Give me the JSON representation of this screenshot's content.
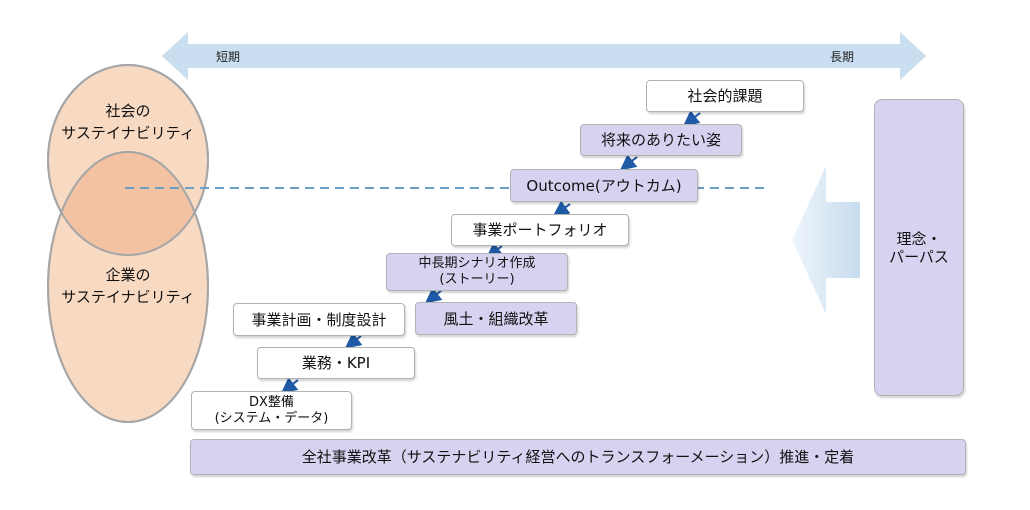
{
  "timeline": {
    "start_label": "短期",
    "end_label": "長期"
  },
  "circles": {
    "society": {
      "line1": "社会の",
      "line2": "サステイナビリティ"
    },
    "company": {
      "line1": "企業の",
      "line2": "サステイナビリティ"
    }
  },
  "steps": {
    "social_issue": "社会的課題",
    "ideal_future": "将来のありたい姿",
    "outcome": "Outcome(アウトカム)",
    "portfolio": "事業ポートフォリオ",
    "scenario_line1": "中長期シナリオ作成",
    "scenario_line2": "(ストーリー)",
    "culture": "風土・組織改革",
    "planning": "事業計画・制度設計",
    "kpi": "業務・KPI",
    "dx_line1": "DX整備",
    "dx_line2": "(システム・データ)"
  },
  "purpose": {
    "line1": "理念・",
    "line2": "パーパス"
  },
  "bottom_bar": "全社事業改革（サステナビリティ経営へのトランスフォーメーション）推進・定着",
  "colors": {
    "timeline_arrow": "#c9def0",
    "circle_fill": "#f8d9c2",
    "circle_overlap": "#f3c2a3",
    "circle_stroke": "#a6a6a6",
    "box_lavender": "#d5d3f0",
    "connector_arrow": "#1f5aa6",
    "dashed_line": "#6a9fc3",
    "purpose_arrow": "#c9def0"
  }
}
